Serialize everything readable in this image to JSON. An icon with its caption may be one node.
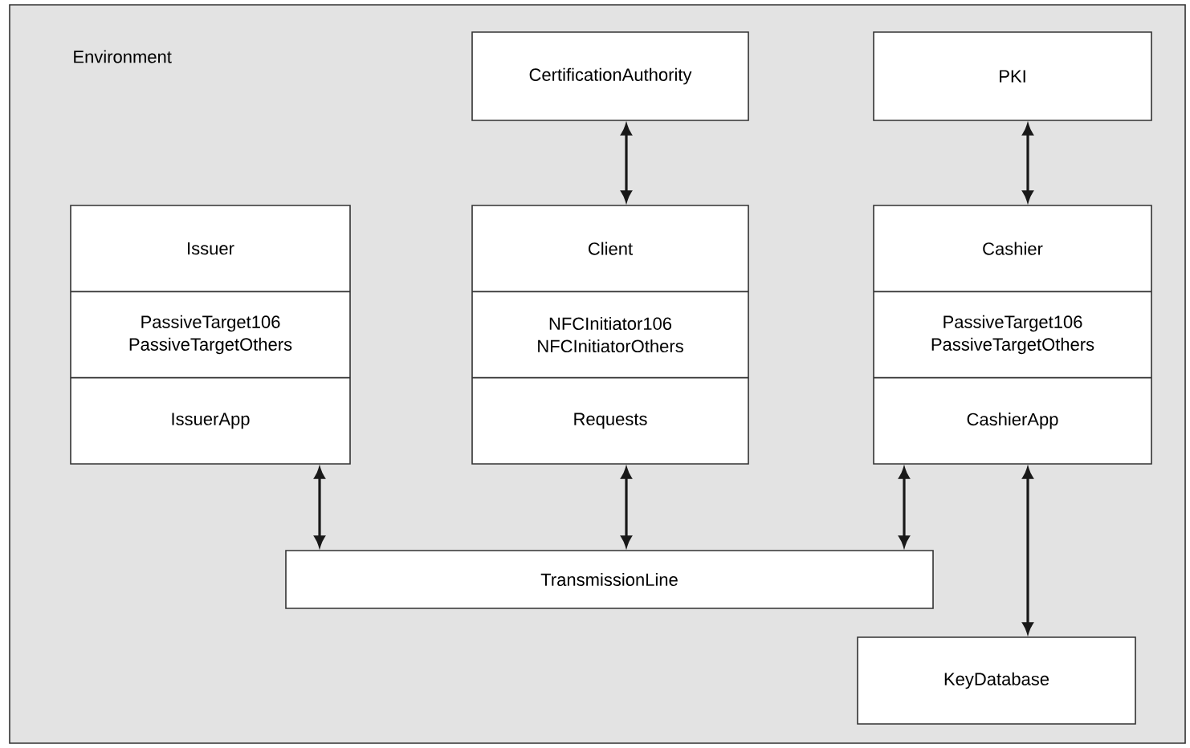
{
  "diagram": {
    "nodes": [
      {
        "text": [
          "Environment"
        ]
      },
      {
        "text": [
          "CertificationAuthority"
        ],
        "in": 0
      },
      {
        "text": [
          "PKI"
        ],
        "in": 0
      },
      {
        "text": [
          "Issuer",
          "PassiveTarget106 PassiveTargetOthers",
          "IssuerApp"
        ],
        "in": 0
      },
      {
        "text": [
          "Client",
          "NFCInitiator106 NFCInitiatorOthers",
          "Requests"
        ],
        "in": 0
      },
      {
        "text": [
          "Cashier",
          "PassiveTarget106 PassiveTargetOthers",
          "CashierApp"
        ],
        "in": 0
      },
      {
        "text": [
          "TransmissionLine"
        ],
        "in": 0
      },
      {
        "text": [
          "KeyDatabase"
        ],
        "in": 0
      }
    ],
    "edges": [
      {
        "from": 1,
        "to": 4,
        "arrow": "both"
      },
      {
        "from": 2,
        "to": 5,
        "arrow": "both"
      },
      {
        "from": 3,
        "to": 6,
        "arrow": "both"
      },
      {
        "from": 4,
        "to": 6,
        "arrow": "both"
      },
      {
        "from": 5,
        "to": 6,
        "arrow": "both"
      },
      {
        "from": 5,
        "to": 7,
        "arrow": "both"
      }
    ]
  }
}
